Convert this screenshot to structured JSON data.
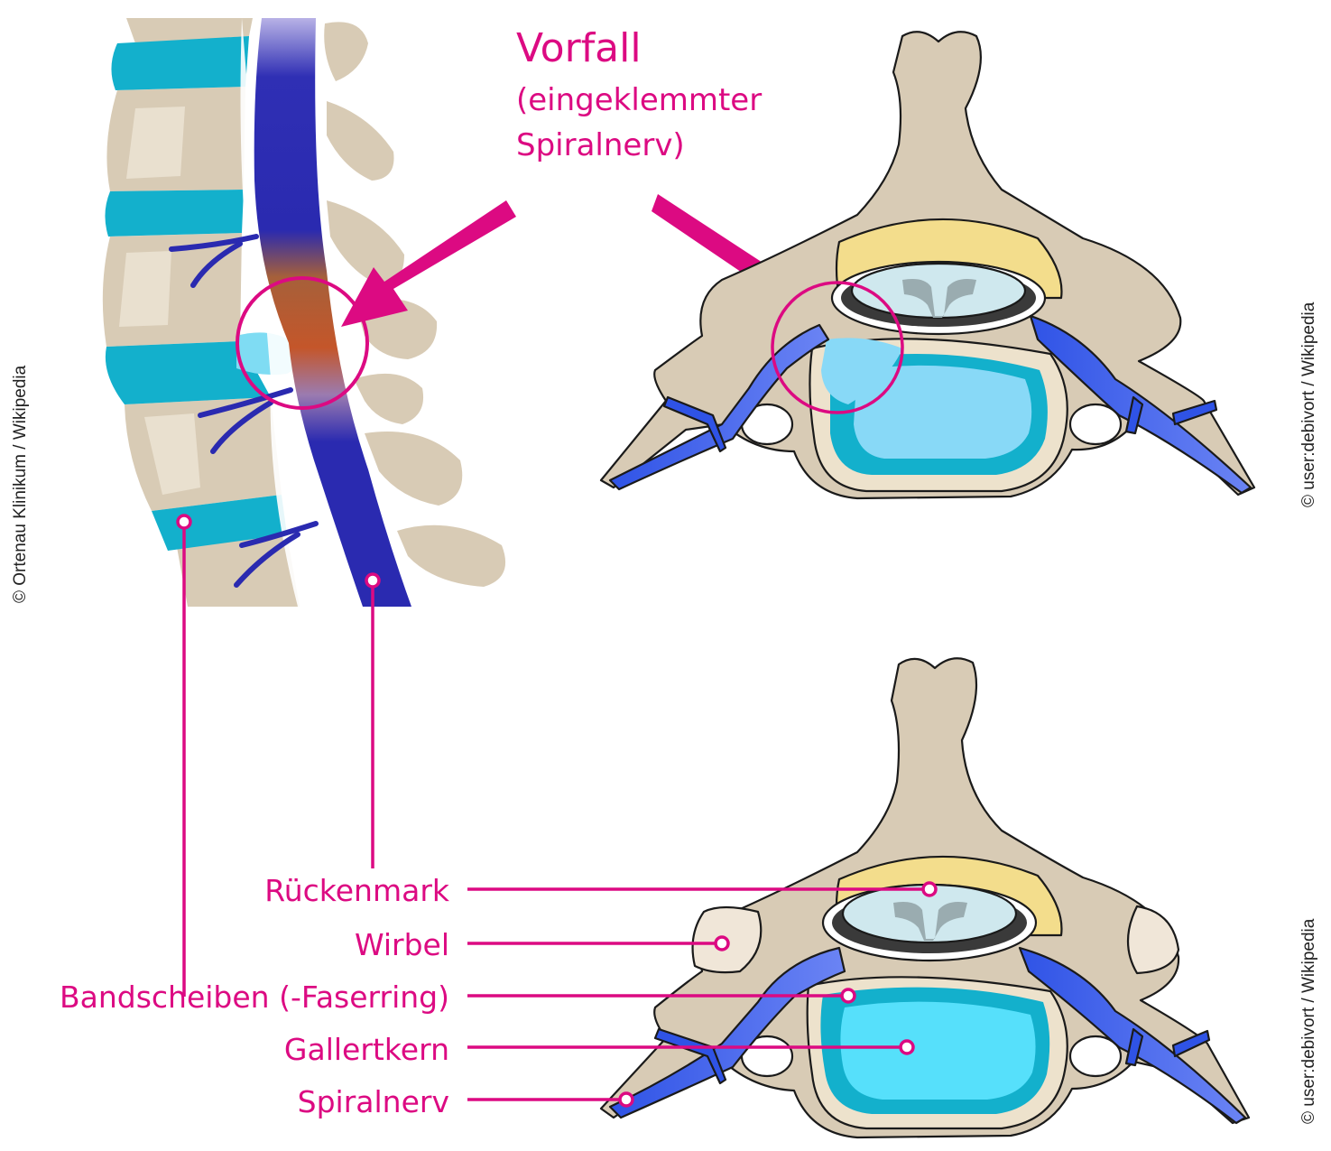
{
  "heading": {
    "title": "Vorfall",
    "line1": "(eingeklemmter",
    "line2": "Spiralnerv)"
  },
  "labels": {
    "rueckenmark": "Rückenmark",
    "wirbel": "Wirbel",
    "bandscheiben": "Bandscheiben (-Faserring)",
    "gallertkern": "Gallertkern",
    "spiralnerv": "Spiralnerv"
  },
  "credits": {
    "left": "© Ortenau Klinikum / Wikipedia",
    "right_top": "© user:debivort / Wikipedia",
    "right_bottom": "© user:debivort / Wikipedia"
  },
  "colors": {
    "accent": "#dc0a82",
    "bone": "#d8cbb5",
    "disc": "#13b0cc",
    "nerve": "#2a3ab6",
    "fat": "#f3dd8c",
    "nucleus": "#5ad2f4"
  }
}
